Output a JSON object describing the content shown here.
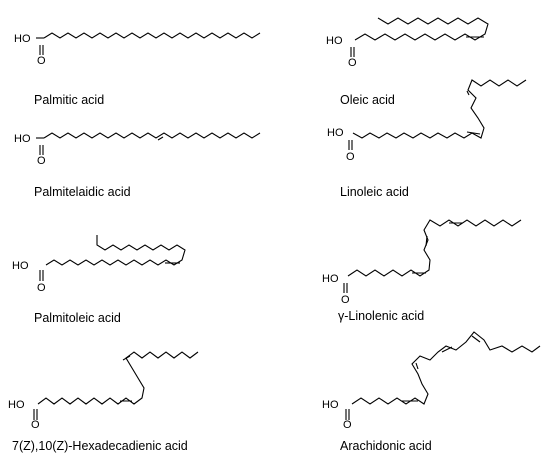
{
  "figure": {
    "compounds": [
      {
        "name": "Palmitic acid",
        "carbons": 16,
        "cis_double_bonds": [],
        "trans_double_bonds": [],
        "labels": {
          "hydroxyl": "HO",
          "oxygen": "O"
        }
      },
      {
        "name": "Oleic acid",
        "carbons": 18,
        "cis_double_bonds": [
          9
        ],
        "trans_double_bonds": [],
        "labels": {
          "hydroxyl": "HO",
          "oxygen": "O"
        }
      },
      {
        "name": "Palmitelaidic acid",
        "carbons": 16,
        "cis_double_bonds": [],
        "trans_double_bonds": [
          9
        ],
        "labels": {
          "hydroxyl": "HO",
          "oxygen": "O"
        }
      },
      {
        "name": "Linoleic acid",
        "carbons": 18,
        "cis_double_bonds": [
          9,
          12
        ],
        "trans_double_bonds": [],
        "labels": {
          "hydroxyl": "HO",
          "oxygen": "O"
        }
      },
      {
        "name": "Palmitoleic acid",
        "carbons": 16,
        "cis_double_bonds": [
          9
        ],
        "trans_double_bonds": [],
        "labels": {
          "hydroxyl": "HO",
          "oxygen": "O"
        }
      },
      {
        "name": "γ-Linolenic acid",
        "carbons": 18,
        "cis_double_bonds": [
          6,
          9,
          12
        ],
        "trans_double_bonds": [],
        "labels": {
          "hydroxyl": "HO",
          "oxygen": "O"
        }
      },
      {
        "name": "7(Z),10(Z)-Hexadecadienic acid",
        "carbons": 16,
        "cis_double_bonds": [
          7,
          10
        ],
        "trans_double_bonds": [],
        "labels": {
          "hydroxyl": "HO",
          "oxygen": "O"
        }
      },
      {
        "name": "Arachidonic acid",
        "carbons": 20,
        "cis_double_bonds": [
          5,
          8,
          11,
          14
        ],
        "trans_double_bonds": [],
        "labels": {
          "hydroxyl": "HO",
          "oxygen": "O"
        }
      }
    ]
  }
}
